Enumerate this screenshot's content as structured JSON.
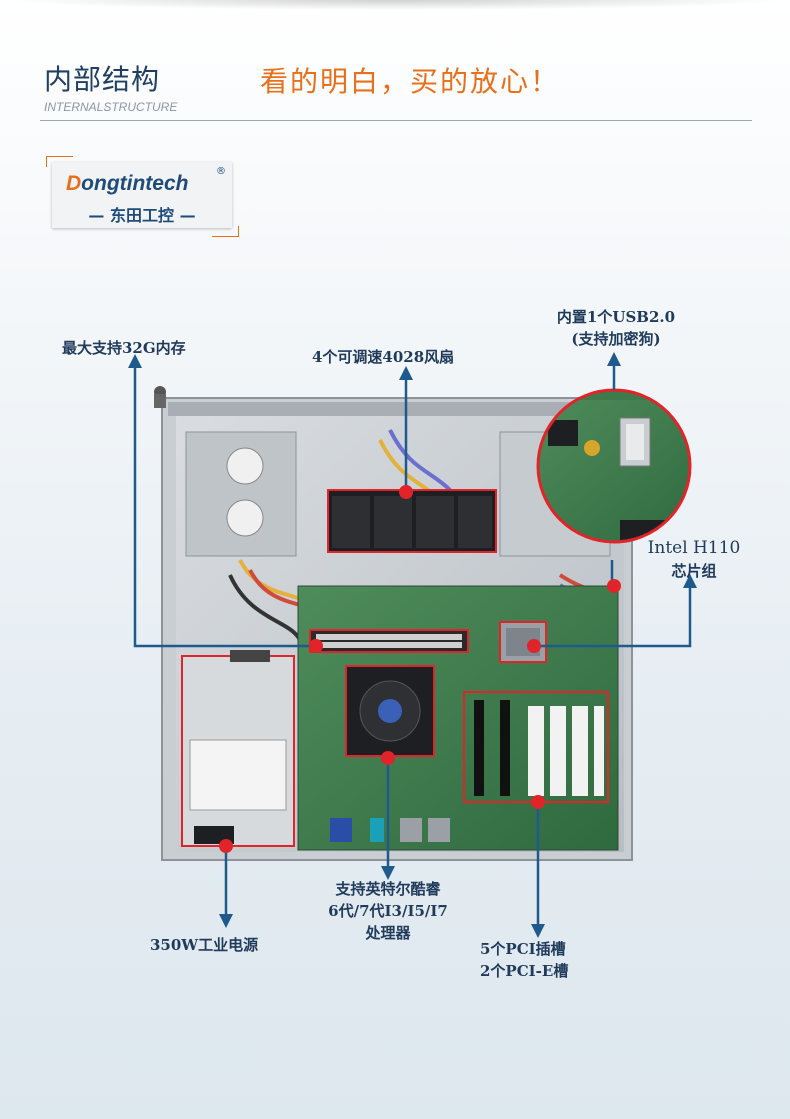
{
  "header": {
    "title": "内部结构",
    "subtitle": "INTERNALSTRUCTURE",
    "slogan": "看的明白，买的放心！"
  },
  "logo": {
    "brand_en_initial": "D",
    "brand_en_rest": "ongtintech",
    "registered_mark": "®",
    "brand_cn": "— 东田工控 —"
  },
  "callouts": {
    "memory": "最大支持32G内存",
    "fans": "4个可调速4028风扇",
    "usb_line1": "内置1个USB2.0",
    "usb_line2": "(支持加密狗)",
    "chipset_line1": "Intel H110",
    "chipset_line2": "芯片组",
    "cpu_line1": "支持英特尔酷睿",
    "cpu_line2": "6代/7代I3/I5/I7",
    "cpu_line3": "处理器",
    "psu": "350W工业电源",
    "slots_line1": "5个PCI插槽",
    "slots_line2": "2个PCI-E槽"
  },
  "colors": {
    "title": "#1f3f63",
    "slogan": "#e8701a",
    "callout_line": "#1f5a8c",
    "marker": "#e0242a",
    "board": "#3d7a4c"
  }
}
